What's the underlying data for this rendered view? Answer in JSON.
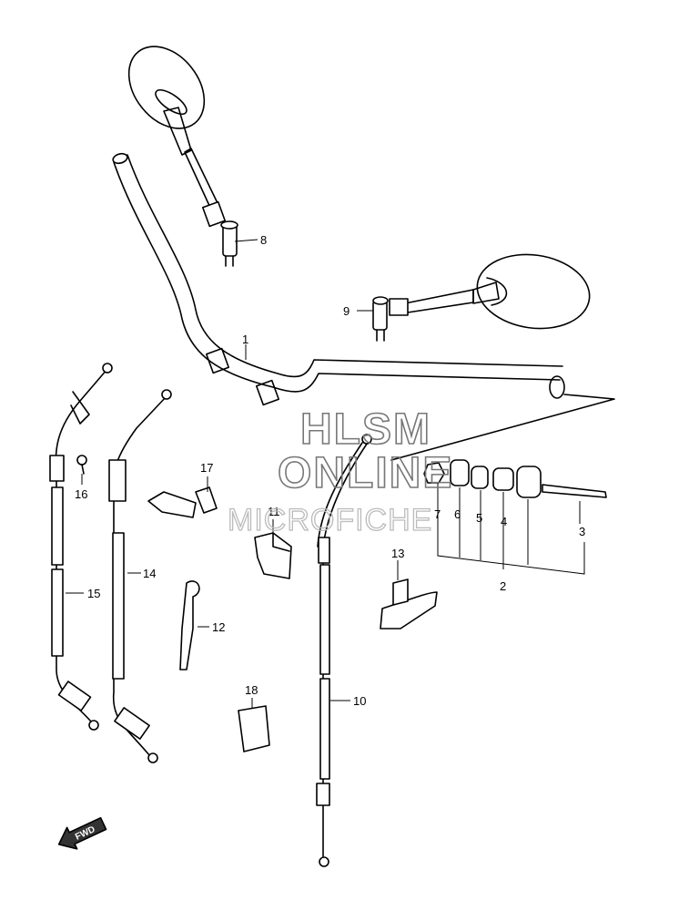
{
  "watermark": {
    "line1": "HLSM",
    "line2": "ONLINE",
    "line3": "MICROFICHE"
  },
  "direction_marker": {
    "label": "FWD"
  },
  "callouts": {
    "c1": "1",
    "c2": "2",
    "c3": "3",
    "c4": "4",
    "c5": "5",
    "c6": "6",
    "c7": "7",
    "c8": "8",
    "c9": "9",
    "c10": "10",
    "c11": "11",
    "c12": "12",
    "c13": "13",
    "c14": "14",
    "c15": "15",
    "c16": "16",
    "c17": "17",
    "c18": "18"
  }
}
